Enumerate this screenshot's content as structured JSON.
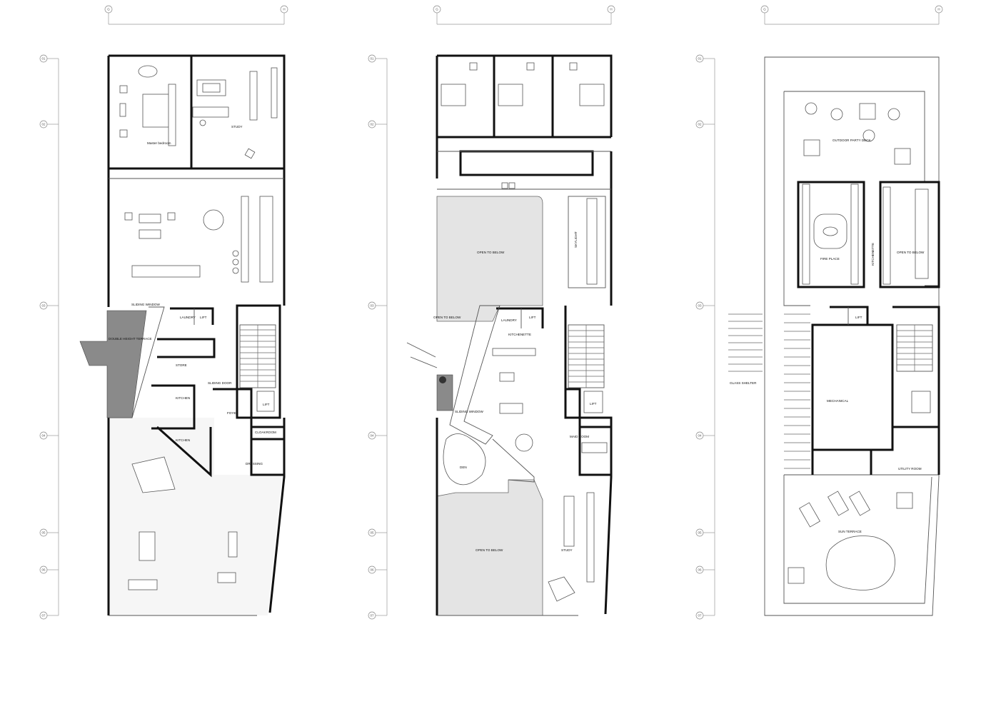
{
  "grid": {
    "columns": [
      "G",
      "H"
    ],
    "rows": [
      "01",
      "02",
      "03",
      "04",
      "05",
      "06",
      "07"
    ]
  },
  "plans": [
    {
      "labels": {
        "master_bedroom": "Master bedroom",
        "study": "STUDY",
        "sliding_window": "SLIDING WINDOW",
        "laundry": "LAUNDRY",
        "lift": "LIFT",
        "double_height_terrace": "DOUBLE HEIGHT TERRACE",
        "store": "STORE",
        "sliding_door": "SLIDING DOOR",
        "kitchen": "KITCHEN",
        "foyer": "FOYER",
        "kitchen2": "KITCHEN",
        "lift2": "LIFT",
        "cloakroom": "CLOAKROOM",
        "dressing": "DRESSING"
      }
    },
    {
      "labels": {
        "open_to_below_top": "OPEN TO BELOW",
        "skylight": "SKYLIGHT",
        "open_to_below_left": "OPEN TO BELOW",
        "laundry": "LAUNDRY",
        "lift": "LIFT",
        "kitchenette": "KITCHENETTE",
        "sliding_window": "SLIDING WINDOW",
        "lift2": "LIFT",
        "maid_room": "MAID ROOM",
        "den": "DEN",
        "open_to_below_bottom": "OPEN TO BELOW",
        "study": "STUDY"
      }
    },
    {
      "labels": {
        "outdoor_party_deck": "OUTDOOR PARTY DECK",
        "fire_place": "FIRE PLACE",
        "kitchenette": "KITCHENETTE",
        "open_to_below": "OPEN TO BELOW",
        "lift": "LIFT",
        "glass_shelter": "GLASS SHELTER",
        "mechanical": "MECHANICAL",
        "utility_room": "UTILITY ROOM",
        "sun_terrace": "SUN TERRACE"
      }
    }
  ]
}
